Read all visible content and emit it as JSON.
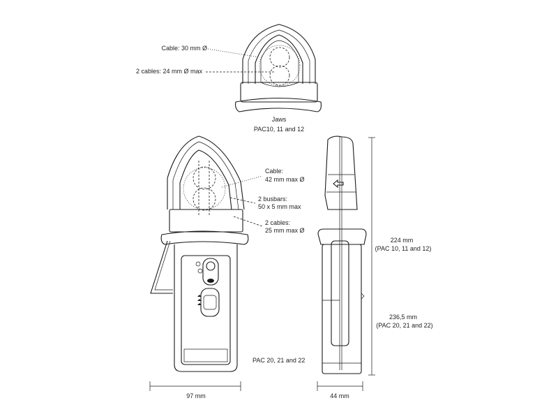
{
  "jaws": {
    "cable_label": "Cable: 30 mm Ø",
    "two_cables_label": "2 cables: 24 mm Ø max",
    "title": "Jaws",
    "models": "PAC10, 11 and 12"
  },
  "front": {
    "cable_label": "Cable:",
    "cable_value": "42 mm max Ø",
    "busbars_label": "2 busbars:",
    "busbars_value": "50 x 5 mm max",
    "cables_label": "2 cables:",
    "cables_value": "25 mm max Ø",
    "models": "PAC 20, 21 and 22",
    "width": "97 mm"
  },
  "side": {
    "height_a": "224 mm",
    "height_a_models": "(PAC 10, 11 and 12)",
    "height_b": "236,5 mm",
    "height_b_models": "(PAC 20, 21 and 22)",
    "depth": "44 mm"
  }
}
